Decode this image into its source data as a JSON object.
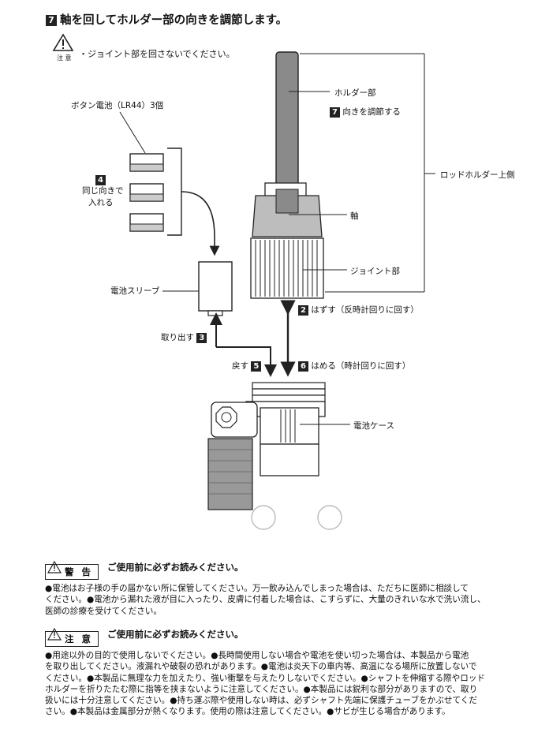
{
  "step": {
    "num": "7",
    "title": "軸を回してホルダー部の向きを調節します。"
  },
  "caution_top": {
    "sub": "注 意",
    "text": "・ジョイント部を回さないでください。"
  },
  "labels": {
    "battery": "ボタン電池（LR44）3個",
    "insert_num": "4",
    "insert_line1": "同じ向きで",
    "insert_line2": "入れる",
    "sleeve": "電池スリーブ",
    "takeout": "取り出す",
    "takeout_num": "3",
    "return": "戻す",
    "return_num": "5",
    "holder": "ホルダー部",
    "adjust_num": "7",
    "adjust": "向きを調節する",
    "upper": "ロッドホルダー上側",
    "shaft": "軸",
    "joint": "ジョイント部",
    "remove_num": "2",
    "remove": "はずす（反時計回りに回す）",
    "attach_num": "6",
    "attach": "はめる（時計回りに回す）",
    "case": "電池ケース"
  },
  "warning": {
    "title": "警 告",
    "lead": "ご使用前に必ずお読みください。",
    "lines": [
      "●電池はお子様の手の届かない所に保管してください。万一飲み込んでしまった場合は、ただちに医師に相談して",
      "ください。●電池から漏れた液が目に入ったり、皮膚に付着した場合は、こすらずに、大量のきれいな水で洗い流し、",
      "医師の診療を受けてください。"
    ]
  },
  "caution": {
    "title": "注 意",
    "lead": "ご使用前に必ずお読みください。",
    "lines": [
      "●用途以外の目的で使用しないでください。●長時間使用しない場合や電池を使い切った場合は、本製品から電池",
      "を取り出してください。液漏れや破裂の恐れがあります。●電池は炎天下の車内等、高温になる場所に放置しないで",
      "ください。●本製品に無理な力を加えたり、強い衝撃を与えたりしないでください。●シャフトを伸縮する際やロッド",
      "ホルダーを折りたたむ際に指等を挟まないように注意してください。●本製品には鋭利な部分がありますので、取り",
      "扱いには十分注意してください。●持ち運ぶ際や使用しない時は、必ずシャフト先端に保護チューブをかぶせてくだ",
      "さい。●本製品は金属部分が熱くなります。使用の際は注意してください。●サビが生じる場合があります。"
    ]
  }
}
